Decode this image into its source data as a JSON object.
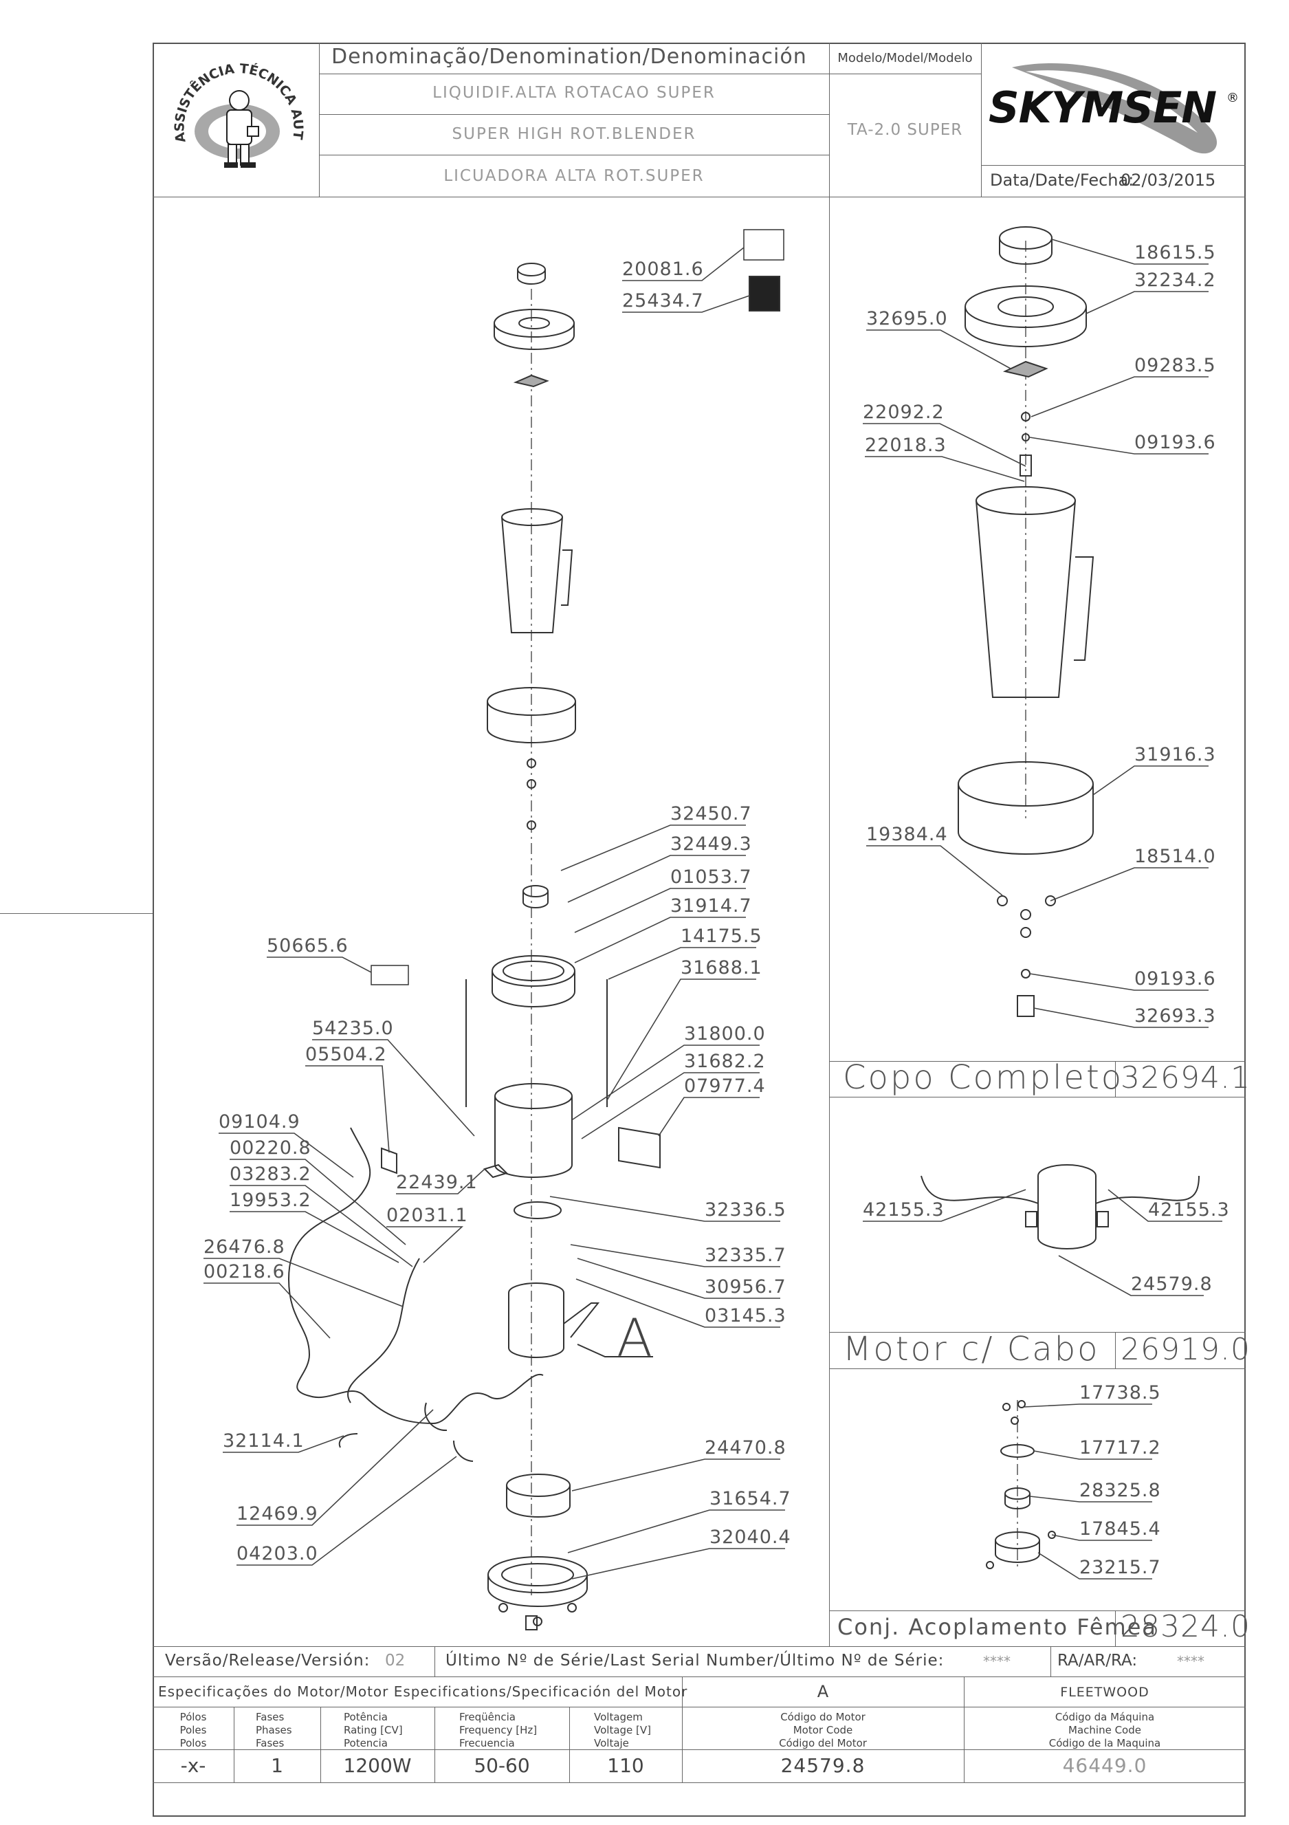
{
  "header": {
    "denomination_title": "Denominação/Denomination/Denominación",
    "names": [
      "LIQUIDIF.ALTA ROTACAO SUPER",
      "SUPER HIGH ROT.BLENDER",
      "LICUADORA ALTA ROT.SUPER"
    ],
    "model_title": "Modelo/Model/Modelo",
    "model_value": "TA-2.0 SUPER",
    "brand": "SKYMSEN",
    "registered": "®",
    "date_label": "Data/Date/Fecha:",
    "date_value": "02/03/2015",
    "seal_text": "ASSISTÊNCIA TÉCNICA AUTORIZADA"
  },
  "main_parts": [
    {
      "code": "20081.6"
    },
    {
      "code": "25434.7"
    },
    {
      "code": "32450.7"
    },
    {
      "code": "32449.3"
    },
    {
      "code": "01053.7"
    },
    {
      "code": "31914.7"
    },
    {
      "code": "14175.5"
    },
    {
      "code": "31688.1"
    },
    {
      "code": "50665.6"
    },
    {
      "code": "54235.0"
    },
    {
      "code": "05504.2"
    },
    {
      "code": "31800.0"
    },
    {
      "code": "31682.2"
    },
    {
      "code": "07977.4"
    },
    {
      "code": "09104.9"
    },
    {
      "code": "00220.8"
    },
    {
      "code": "03283.2"
    },
    {
      "code": "19953.2"
    },
    {
      "code": "22439.1"
    },
    {
      "code": "02031.1"
    },
    {
      "code": "32336.5"
    },
    {
      "code": "26476.8"
    },
    {
      "code": "32335.7"
    },
    {
      "code": "00218.6"
    },
    {
      "code": "30956.7"
    },
    {
      "code": "03145.3"
    },
    {
      "code": "32114.1"
    },
    {
      "code": "24470.8"
    },
    {
      "code": "31654.7"
    },
    {
      "code": "12469.9"
    },
    {
      "code": "32040.4"
    },
    {
      "code": "04203.0"
    }
  ],
  "detail_marker": "A",
  "assemblies": [
    {
      "title": "Copo Completo",
      "code": "32694.1",
      "parts": [
        "18615.5",
        "32234.2",
        "32695.0",
        "09283.5",
        "22092.2",
        "22018.3",
        "09193.6",
        "31916.3",
        "19384.4",
        "18514.0",
        "09193.6",
        "32693.3"
      ]
    },
    {
      "title": "Motor c/ Cabo",
      "code": "26919.0",
      "parts": [
        "42155.3",
        "42155.3",
        "24579.8"
      ]
    },
    {
      "title": "Conj. Acoplamento Fêmea",
      "code": "28324.0",
      "parts": [
        "17738.5",
        "17717.2",
        "28325.8",
        "17845.4",
        "23215.7"
      ]
    }
  ],
  "footer": {
    "version_label": "Versão/Release/Versión:",
    "version_value": "02",
    "serial_label": "Último Nº de Série/Last Serial Number/Último Nº de Série:",
    "serial_value": "****",
    "ra_label": "RA/AR/RA:",
    "ra_value": "****",
    "spec_title": "Especificações do Motor/Motor Especifications/Specificación del Motor",
    "spec_motor_ref": "A",
    "spec_brand": "FLEETWOOD",
    "columns": [
      {
        "header": [
          "Pólos",
          "Poles",
          "Polos"
        ],
        "value": "-x-"
      },
      {
        "header": [
          "Fases",
          "Phases",
          "Fases"
        ],
        "value": "1"
      },
      {
        "header": [
          "Potência",
          "Rating [CV]",
          "Potencia"
        ],
        "value": "1200W"
      },
      {
        "header": [
          "Freqüência",
          "Frequency [Hz]",
          "Frecuencia"
        ],
        "value": "50-60"
      },
      {
        "header": [
          "Voltagem",
          "Voltage [V]",
          "Voltaje"
        ],
        "value": "110"
      },
      {
        "header": [
          "Código do Motor",
          "Motor Code",
          "Código del Motor"
        ],
        "value": "24579.8"
      },
      {
        "header": [
          "Código da Máquina",
          "Machine Code",
          "Código de la Maquina"
        ],
        "value": "46449.0"
      }
    ]
  }
}
